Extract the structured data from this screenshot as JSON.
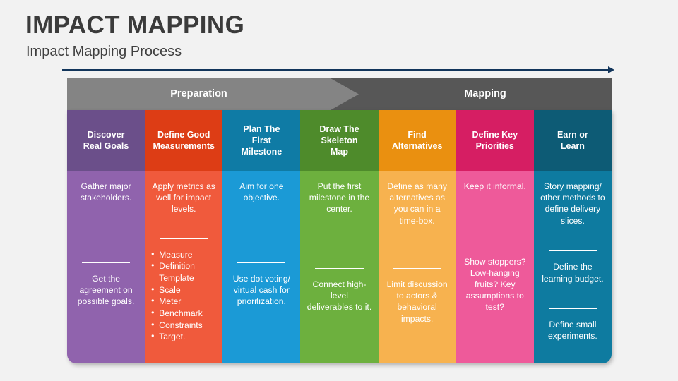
{
  "slide": {
    "title": "IMPACT MAPPING",
    "subtitle": "Impact Mapping Process",
    "background": "#f2f2f2",
    "arrow_color": "#12355b"
  },
  "phases": [
    {
      "label": "Preparation",
      "color": "#848484"
    },
    {
      "label": "Mapping",
      "color": "#575757"
    }
  ],
  "columns": [
    {
      "header": "Discover\nReal Goals",
      "header_color": "#6b4f8a",
      "body_color": "#9063ad",
      "segments": [
        {
          "type": "text",
          "text": "Gather major stakeholders."
        },
        {
          "type": "text",
          "text": "Get the agreement on possible goals."
        }
      ]
    },
    {
      "header": "Define Good\nMeasurements",
      "header_color": "#dd3d15",
      "body_color": "#f05a3c",
      "segments": [
        {
          "type": "text",
          "text": "Apply metrics as well for impact levels."
        },
        {
          "type": "list",
          "items": [
            "Measure",
            "Definition Template",
            "Scale",
            "Meter",
            "Benchmark",
            "Constraints",
            "Target."
          ]
        }
      ]
    },
    {
      "header": "Plan The\nFirst\nMilestone",
      "header_color": "#0f7ba5",
      "body_color": "#1b9ad6",
      "segments": [
        {
          "type": "text",
          "text": "Aim for one objective."
        },
        {
          "type": "text",
          "text": "Use dot voting/ virtual cash for prioritization."
        }
      ]
    },
    {
      "header": "Draw The\nSkeleton\nMap",
      "header_color": "#4e8b2b",
      "body_color": "#6db03e",
      "segments": [
        {
          "type": "text",
          "text": "Put the first milestone in the center."
        },
        {
          "type": "text",
          "text": "Connect high-level deliverables to it."
        }
      ]
    },
    {
      "header": "Find\nAlternatives",
      "header_color": "#ea9010",
      "body_color": "#f7b24f",
      "segments": [
        {
          "type": "text",
          "text": "Define as many alternatives as you can in a time-box."
        },
        {
          "type": "text",
          "text": "Limit discussion to actors & behavioral impacts."
        }
      ]
    },
    {
      "header": "Define Key\nPriorities",
      "header_color": "#d61e63",
      "body_color": "#ee5a9a",
      "segments": [
        {
          "type": "text",
          "text": "Keep it informal."
        },
        {
          "type": "text",
          "text": "Show stoppers? Low-hanging fruits? Key assumptions to test?"
        }
      ]
    },
    {
      "header": "Earn or\nLearn",
      "header_color": "#0d5b75",
      "body_color": "#0e7ba0",
      "segments": [
        {
          "type": "text",
          "text": "Story mapping/ other methods to define delivery slices."
        },
        {
          "type": "text",
          "text": "Define the learning budget."
        },
        {
          "type": "text",
          "text": "Define small experiments."
        }
      ]
    }
  ]
}
